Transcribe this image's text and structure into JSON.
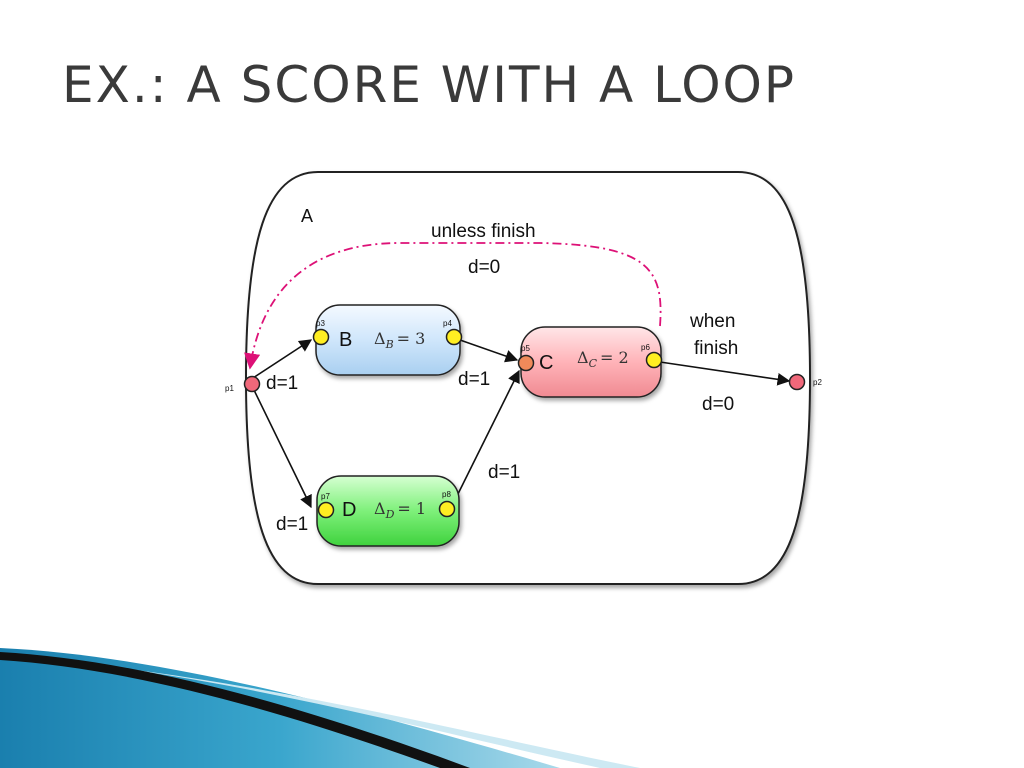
{
  "slide": {
    "title": "EX.: A SCORE WITH A LOOP"
  },
  "diagram": {
    "container_label": "A",
    "loop": {
      "label": "unless finish",
      "delay": "d=0"
    },
    "exit": {
      "label_line1": "when",
      "label_line2": "finish",
      "delay": "d=0"
    },
    "boxes": {
      "B": {
        "name": "B",
        "delta_symbol": "Δ",
        "delta_sub": "B",
        "delta_value": "= 3"
      },
      "C": {
        "name": "C",
        "delta_symbol": "Δ",
        "delta_sub": "C",
        "delta_value": "= 2"
      },
      "D": {
        "name": "D",
        "delta_symbol": "Δ",
        "delta_sub": "D",
        "delta_value": "= 1"
      }
    },
    "points": {
      "p1": "p1",
      "p2": "p2",
      "p3": "p3",
      "p4": "p4",
      "p5": "p5",
      "p6": "p6",
      "p7": "p7",
      "p8": "p8"
    },
    "edge_labels": {
      "p1_to_p3": "d=1",
      "p1_to_p7": "d=1",
      "p4_to_p5": "d=1",
      "p8_to_p5": "d=1"
    }
  },
  "colors": {
    "box_b": "#cfe6fb",
    "box_c": "#ffb3b8",
    "box_d": "#7ef07a",
    "point_yellow": "#ffee22",
    "point_pink": "#f0687a",
    "loop_arrow": "#dd1177",
    "swoosh": "#1d89b4"
  }
}
